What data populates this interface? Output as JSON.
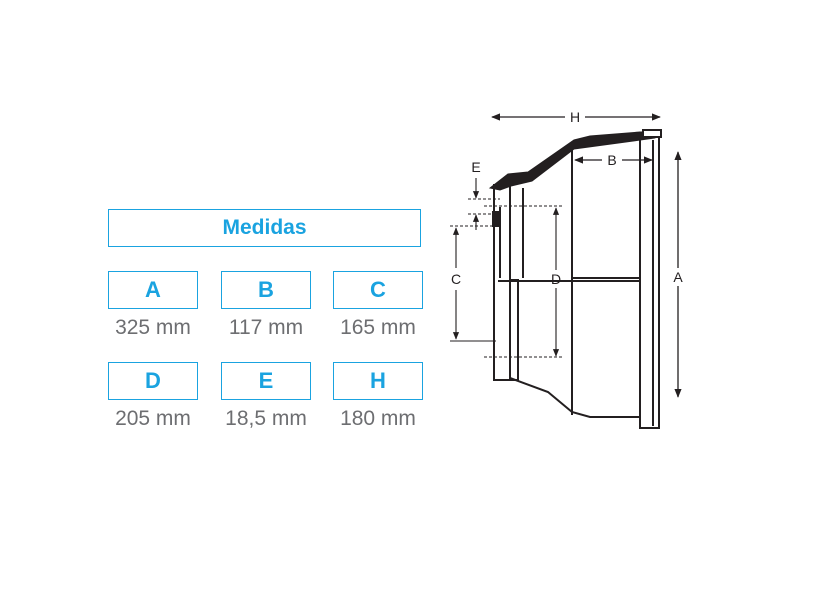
{
  "table": {
    "title": "Medidas",
    "items": [
      {
        "letter": "A",
        "value": "325 mm"
      },
      {
        "letter": "B",
        "value": "117 mm"
      },
      {
        "letter": "C",
        "value": "165 mm"
      },
      {
        "letter": "D",
        "value": "205 mm"
      },
      {
        "letter": "E",
        "value": "18,5 mm"
      },
      {
        "letter": "H",
        "value": "180 mm"
      }
    ]
  },
  "drawing": {
    "labels": {
      "A": "A",
      "B": "B",
      "C": "C",
      "D": "D",
      "E": "E",
      "H": "H"
    }
  },
  "colors": {
    "accent": "#1aa3e0",
    "value_text": "#6d6e71",
    "line": "#231f20"
  }
}
